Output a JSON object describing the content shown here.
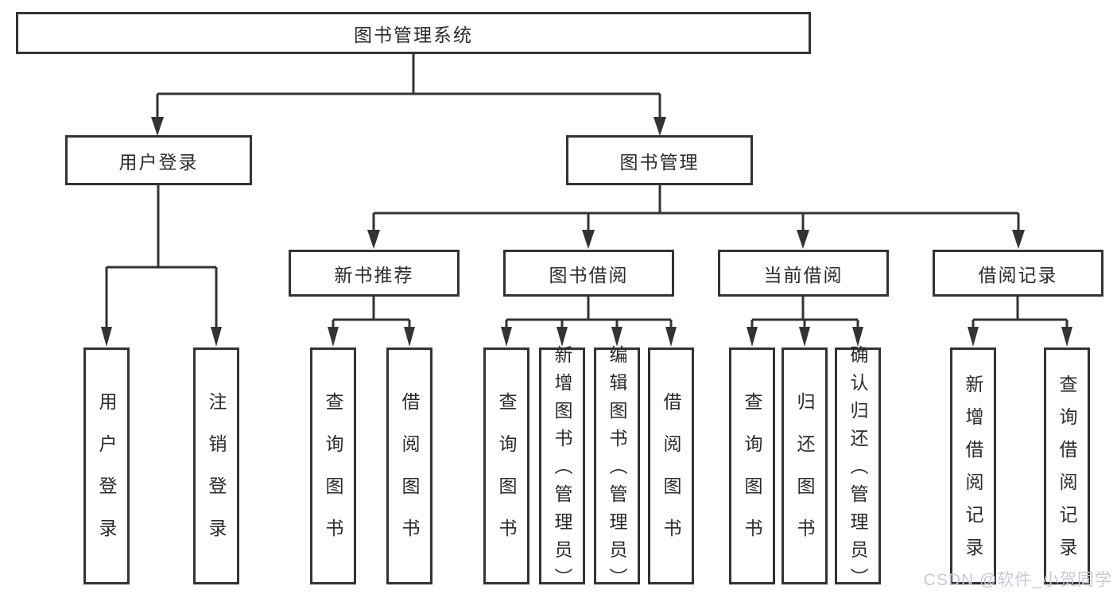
{
  "diagram": {
    "root": "图书管理系统",
    "branches": [
      {
        "label": "用户登录",
        "children": [
          "用户登录",
          "注销登录"
        ]
      },
      {
        "label": "图书管理",
        "groups": [
          {
            "label": "新书推荐",
            "children": [
              "查询图书",
              "借阅图书"
            ]
          },
          {
            "label": "图书借阅",
            "children": [
              "查询图书",
              "新增图书（管理员）",
              "编辑图书（管理员）",
              "借阅图书"
            ]
          },
          {
            "label": "当前借阅",
            "children": [
              "查询图书",
              "归还图书",
              "确认归还（管理员）"
            ]
          },
          {
            "label": "借阅记录",
            "children": [
              "新增借阅记录",
              "查询借阅记录"
            ]
          }
        ]
      }
    ]
  },
  "watermark": {
    "text": "CSDN @软件_小贺同学"
  },
  "colors": {
    "line": "#333333",
    "box_border": "#333333",
    "box_background": "#ffffff",
    "text": "#2b2b2b",
    "watermark": "#c6cad6",
    "page_background": "#ffffff"
  }
}
